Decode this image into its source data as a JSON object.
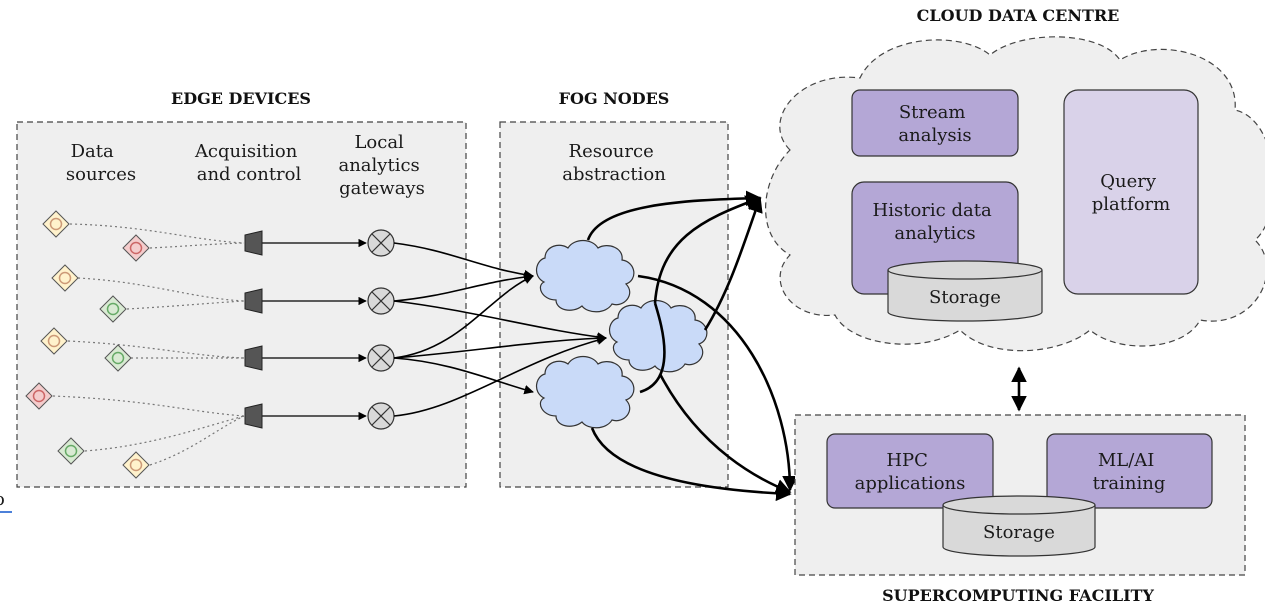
{
  "sections": {
    "edge": {
      "title": "EDGE DEVICES"
    },
    "fog": {
      "title": "FOG NODES"
    },
    "cloud": {
      "title": "CLOUD DATA CENTRE"
    },
    "hpc": {
      "title": "SUPERCOMPUTING FACILITY"
    }
  },
  "edge_columns": {
    "col1": [
      "Data",
      "sources"
    ],
    "col2": [
      "Acquisition",
      "and control"
    ],
    "col3": [
      "Local",
      "analytics",
      "gateways"
    ]
  },
  "fog_column": [
    "Resource",
    "abstraction"
  ],
  "cloud_boxes": {
    "stream": [
      "Stream",
      "analysis"
    ],
    "historic": [
      "Historic data",
      "analytics"
    ],
    "query": [
      "Query",
      "platform"
    ],
    "storage": "Storage"
  },
  "hpc_boxes": {
    "hpc": [
      "HPC",
      "applications"
    ],
    "mlai": [
      "ML/AI",
      "training"
    ],
    "storage": "Storage"
  },
  "stray_mark": "o",
  "colors": {
    "panel_fill": "#efefef",
    "panel_stroke": "#444444",
    "cloud_fog_fill": "#c9daf8",
    "box_purple": "#b4a7d6",
    "box_light_purple": "#d9d2e9",
    "storage_fill": "#d9d9d9",
    "source_yellow": "#fff2cc",
    "source_orange_ring": "#f6b26b",
    "source_red": "#f4cccc",
    "source_green": "#d9ead3",
    "gateway_fill": "#d9d9d9",
    "actuator_fill": "#555555"
  }
}
